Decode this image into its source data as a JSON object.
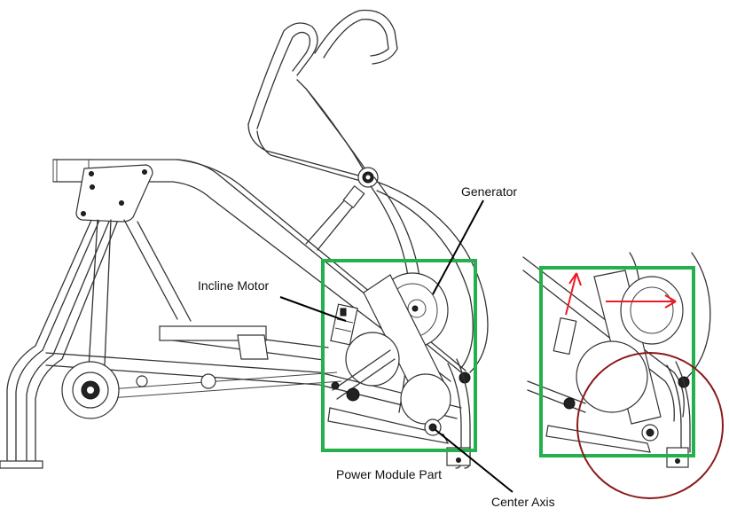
{
  "labels": {
    "generator": "Generator",
    "incline_motor": "Incline Motor",
    "power_module_part": "Power Module Part",
    "center_axis": "Center Axis"
  },
  "colors": {
    "highlight_box": "#22b14c",
    "detail_circle": "#8b1a1a",
    "motion_arrows": "#ed1c24",
    "line_art": "#333333",
    "background": "#ffffff"
  },
  "icons": {
    "motion_arrows": [
      "arrow-up-icon",
      "arrow-right-icon"
    ],
    "wheels": "wheel-icon"
  }
}
